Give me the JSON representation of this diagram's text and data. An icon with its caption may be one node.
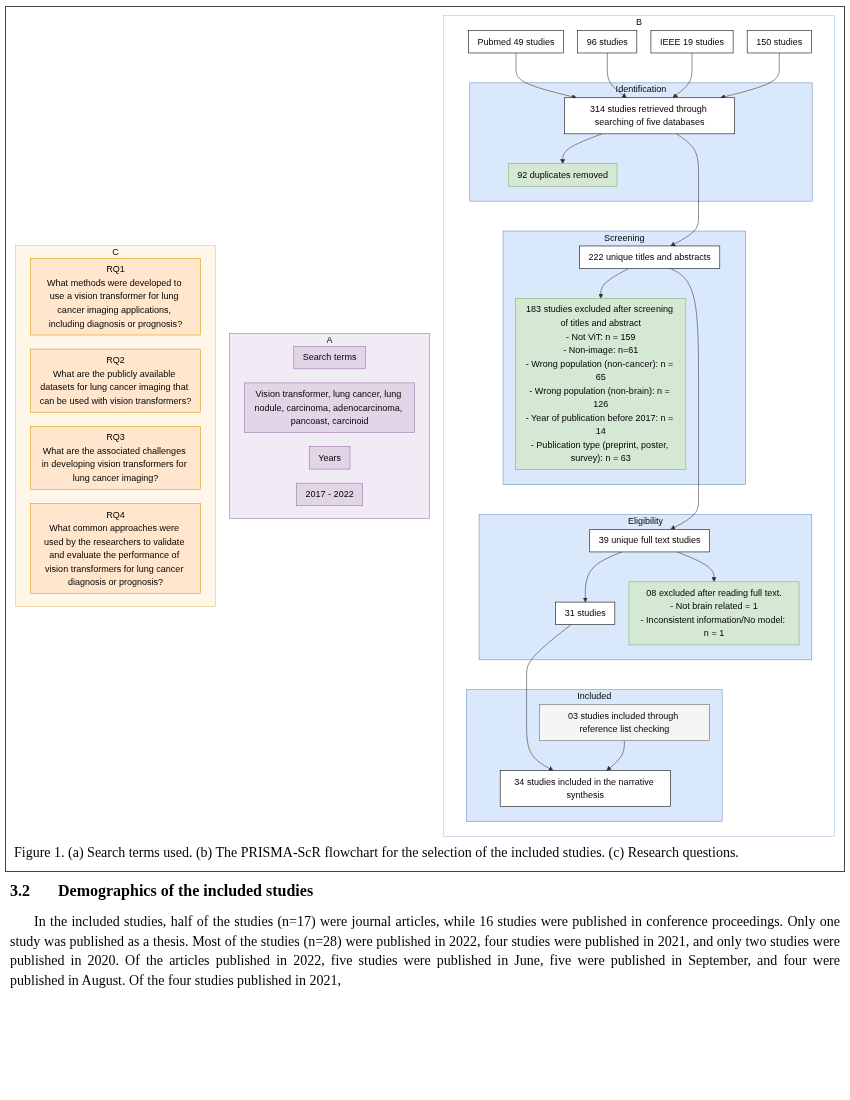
{
  "diagram": {
    "caption": "Figure 1. (a) Search terms used. (b) The PRISMA-ScR flowchart for the selection of the included studies. (c) Research questions.",
    "nodes": [
      {
        "text": [
          "B"
        ]
      },
      {
        "text": [
          "Pubmed 49 studies"
        ],
        "in": 0
      },
      {
        "text": [
          "96 studies"
        ],
        "in": 0
      },
      {
        "text": [
          "IEEE 19 studies"
        ],
        "in": 0
      },
      {
        "text": [
          "150 studies"
        ],
        "in": 0
      },
      {
        "text": [
          "Identification"
        ],
        "in": 0
      },
      {
        "text": [
          "314 studies retrieved through searching of five databases"
        ],
        "in": 5
      },
      {
        "text": [
          "92 duplicates removed"
        ],
        "in": 5
      },
      {
        "text": [
          "Screening"
        ],
        "in": 0
      },
      {
        "text": [
          "222 unique titles and abstracts"
        ],
        "in": 8
      },
      {
        "text": [
          "183 studies excluded after screening of titles and abstract",
          "- Not ViT: n = 159",
          "- Non-image: n=61",
          "- Wrong population (non-cancer): n = 65",
          "- Wrong population (non-brain): n = 126",
          "- Year of publication before 2017: n = 14",
          "- Publication type (preprint, poster, survey): n = 63"
        ],
        "in": 8
      },
      {
        "text": [
          "Eligibility"
        ],
        "in": 0
      },
      {
        "text": [
          "39 unique full text studies"
        ],
        "in": 11
      },
      {
        "text": [
          "08 excluded after reading full text.",
          "- Not brain related = 1",
          "- Inconsistent information/No model: n = 1"
        ],
        "in": 11
      },
      {
        "text": [
          "31 studies"
        ],
        "in": 11
      },
      {
        "text": [
          "Included"
        ],
        "in": 0
      },
      {
        "text": [
          "03 studies included through reference list checking"
        ],
        "in": 15
      },
      {
        "text": [
          "34 studies included in the narrative synthesis"
        ],
        "in": 15
      },
      {
        "text": [
          "A"
        ]
      },
      {
        "text": [
          "Search terms"
        ],
        "in": 18
      },
      {
        "text": [
          "Vision transformer, lung cancer, lung nodule, carcinoma, adenocarcinoma, pancoast, carcinoid"
        ],
        "in": 18
      },
      {
        "text": [
          "Years"
        ],
        "in": 18
      },
      {
        "text": [
          "2017 - 2022"
        ],
        "in": 18
      },
      {
        "text": [
          "C"
        ]
      },
      {
        "text": [
          "RQ1",
          "What methods were developed to use a vision transformer for lung cancer imaging applications, including diagnosis or prognosis?"
        ],
        "in": 23
      },
      {
        "text": [
          "RQ2",
          "What are the publicly available datasets for lung cancer imaging that can be used with vision transformers?"
        ],
        "in": 23
      },
      {
        "text": [
          "RQ3",
          "What are the associated challenges in developing vision transformers for lung cancer imaging?"
        ],
        "in": 23
      },
      {
        "text": [
          "RQ4",
          "What common approaches were used by the researchers to validate and evaluate the performance of vision transformers for lung cancer diagnosis or prognosis?"
        ],
        "in": 23
      }
    ],
    "edges": [
      {
        "from": 1,
        "to": 6,
        "arrow": "to"
      },
      {
        "from": 2,
        "to": 6,
        "arrow": "to"
      },
      {
        "from": 3,
        "to": 6,
        "arrow": "to"
      },
      {
        "from": 4,
        "to": 6,
        "arrow": "to"
      },
      {
        "from": 6,
        "to": 9,
        "arrow": "to"
      },
      {
        "from": 6,
        "to": 7,
        "arrow": "to"
      },
      {
        "from": 9,
        "to": 12,
        "arrow": "to"
      },
      {
        "from": 9,
        "to": 10,
        "arrow": "to"
      },
      {
        "from": 12,
        "to": 14,
        "arrow": "to"
      },
      {
        "from": 12,
        "to": 13,
        "arrow": "to"
      },
      {
        "from": 14,
        "to": 17,
        "arrow": "to"
      },
      {
        "from": 16,
        "to": 17,
        "arrow": "to"
      }
    ],
    "labels": [
      "3.2",
      "Demographics of the included studies",
      "In the included studies, half of the studies (n=17) were journal articles, while 16 studies were published in conference proceedings. Only one study was published as a thesis. Most of the studies (n=28) were published in 2022, four studies were published in 2021, and only two studies were published in 2020. Of the articles published in 2022, five studies were published in June, five were published in September, and four were published in August. Of the four studies published in 2021,"
    ]
  }
}
